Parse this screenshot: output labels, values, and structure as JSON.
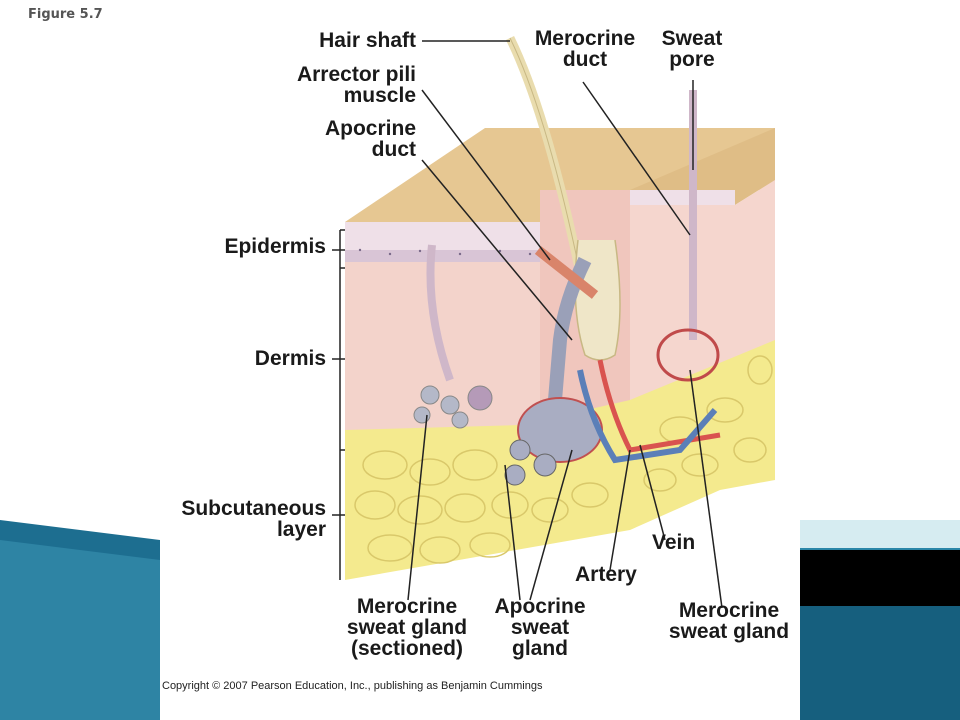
{
  "figure_label": "Figure 5.7",
  "labels": {
    "hair_shaft": "Hair shaft",
    "arrector_pili": [
      "Arrector pili",
      "muscle"
    ],
    "apocrine_duct": [
      "Apocrine",
      "duct"
    ],
    "merocrine_duct": [
      "Merocrine",
      "duct"
    ],
    "sweat_pore": [
      "Sweat",
      "pore"
    ],
    "epidermis": "Epidermis",
    "dermis": "Dermis",
    "subcutaneous": [
      "Subcutaneous",
      "layer"
    ],
    "merocrine_sectioned": [
      "Merocrine",
      "sweat gland",
      "(sectioned)"
    ],
    "apocrine_gland": [
      "Apocrine",
      "sweat",
      "gland"
    ],
    "artery": "Artery",
    "vein": "Vein",
    "merocrine_gland": [
      "Merocrine",
      "sweat gland"
    ]
  },
  "copyright": "Copyright © 2007 Pearson Education, Inc., publishing as Benjamin Cummings",
  "colors": {
    "slide_teal": "#1f6f8e",
    "slide_light": "#d9eef2",
    "epidermis_top": "#e3c28e",
    "dermis": "#f2cfc7",
    "fat": "#f4e88a",
    "artery": "#d9534f",
    "vein": "#5b7fb8"
  }
}
